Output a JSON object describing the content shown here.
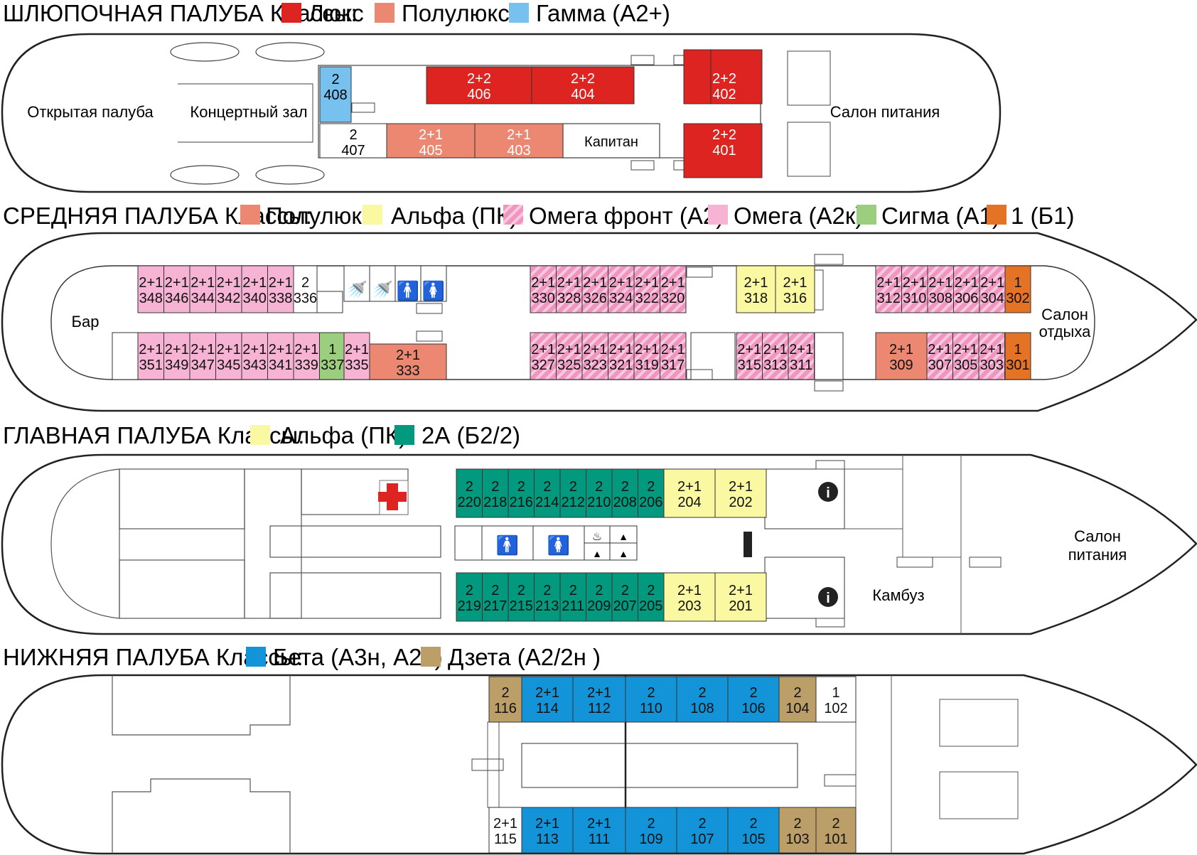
{
  "colors": {
    "lux": "#dd2421",
    "semilux": "#ec8872",
    "gamma": "#77c1ee",
    "alpha": "#fbf8a2",
    "omega_front": "#ef95c0",
    "omega": "#f6b3d3",
    "sigma": "#9bce7e",
    "one": "#e57325",
    "two_a": "#03997f",
    "beta": "#1394d9",
    "zeta": "#bc9e69",
    "white": "#ffffff",
    "stroke": "#222222"
  },
  "decks": [
    {
      "id": "boat",
      "title": "ШЛЮПОЧНАЯ ПАЛУБА Классы:",
      "legend": [
        {
          "label": "Люкс",
          "color": "lux"
        },
        {
          "label": "Полулюкс",
          "color": "semilux"
        },
        {
          "label": "Гамма (А2+)",
          "color": "gamma"
        }
      ],
      "rooms": [
        "Открытая палуба",
        "Концертный зал",
        "Капитан",
        "Салон питания"
      ],
      "cabins": [
        {
          "num": "408",
          "cap": "2",
          "cls": "gamma"
        },
        {
          "num": "406",
          "cap": "2+2",
          "cls": "lux"
        },
        {
          "num": "404",
          "cap": "2+2",
          "cls": "lux"
        },
        {
          "num": "402",
          "cap": "2+2",
          "cls": "lux"
        },
        {
          "num": "407",
          "cap": "2",
          "cls": "white"
        },
        {
          "num": "405",
          "cap": "2+1",
          "cls": "semilux"
        },
        {
          "num": "403",
          "cap": "2+1",
          "cls": "semilux"
        },
        {
          "num": "401",
          "cap": "2+2",
          "cls": "lux"
        }
      ]
    },
    {
      "id": "middle",
      "title": "СРЕДНЯЯ ПАЛУБА Классы:",
      "legend": [
        {
          "label": "Полулюкс",
          "color": "semilux"
        },
        {
          "label": "Альфа (ПК)",
          "color": "alpha"
        },
        {
          "label": "Омега фронт (А2)",
          "color": "omega_front"
        },
        {
          "label": "Омега (А2к)",
          "color": "omega"
        },
        {
          "label": "Сигма (А1)",
          "color": "sigma"
        },
        {
          "label": "1 (Б1)",
          "color": "one"
        }
      ],
      "rooms": [
        "Бар",
        "Салон",
        "отдыха"
      ],
      "cabins": [
        {
          "num": "348",
          "cap": "2+1",
          "cls": "omega"
        },
        {
          "num": "346",
          "cap": "2+1",
          "cls": "omega"
        },
        {
          "num": "344",
          "cap": "2+1",
          "cls": "omega"
        },
        {
          "num": "342",
          "cap": "2+1",
          "cls": "omega"
        },
        {
          "num": "340",
          "cap": "2+1",
          "cls": "omega"
        },
        {
          "num": "338",
          "cap": "2+1",
          "cls": "omega"
        },
        {
          "num": "336",
          "cap": "2",
          "cls": "white"
        },
        {
          "num": "330",
          "cap": "2+1",
          "cls": "omega_front"
        },
        {
          "num": "328",
          "cap": "2+1",
          "cls": "omega_front"
        },
        {
          "num": "326",
          "cap": "2+1",
          "cls": "omega_front"
        },
        {
          "num": "324",
          "cap": "2+1",
          "cls": "omega_front"
        },
        {
          "num": "322",
          "cap": "2+1",
          "cls": "omega_front"
        },
        {
          "num": "320",
          "cap": "2+1",
          "cls": "omega_front"
        },
        {
          "num": "318",
          "cap": "2+1",
          "cls": "alpha"
        },
        {
          "num": "316",
          "cap": "2+1",
          "cls": "alpha"
        },
        {
          "num": "312",
          "cap": "2+1",
          "cls": "omega_front"
        },
        {
          "num": "310",
          "cap": "2+1",
          "cls": "omega_front"
        },
        {
          "num": "308",
          "cap": "2+1",
          "cls": "omega_front"
        },
        {
          "num": "306",
          "cap": "2+1",
          "cls": "omega_front"
        },
        {
          "num": "304",
          "cap": "2+1",
          "cls": "omega_front"
        },
        {
          "num": "302",
          "cap": "1",
          "cls": "one"
        },
        {
          "num": "351",
          "cap": "2+1",
          "cls": "omega"
        },
        {
          "num": "349",
          "cap": "2+1",
          "cls": "omega"
        },
        {
          "num": "347",
          "cap": "2+1",
          "cls": "omega"
        },
        {
          "num": "345",
          "cap": "2+1",
          "cls": "omega"
        },
        {
          "num": "343",
          "cap": "2+1",
          "cls": "omega"
        },
        {
          "num": "341",
          "cap": "2+1",
          "cls": "omega"
        },
        {
          "num": "339",
          "cap": "2+1",
          "cls": "omega"
        },
        {
          "num": "337",
          "cap": "1",
          "cls": "sigma"
        },
        {
          "num": "335",
          "cap": "2+1",
          "cls": "omega"
        },
        {
          "num": "333",
          "cap": "2+1",
          "cls": "semilux"
        },
        {
          "num": "327",
          "cap": "2+1",
          "cls": "omega_front"
        },
        {
          "num": "325",
          "cap": "2+1",
          "cls": "omega_front"
        },
        {
          "num": "323",
          "cap": "2+1",
          "cls": "omega_front"
        },
        {
          "num": "321",
          "cap": "2+1",
          "cls": "omega_front"
        },
        {
          "num": "319",
          "cap": "2+1",
          "cls": "omega_front"
        },
        {
          "num": "317",
          "cap": "2+1",
          "cls": "omega_front"
        },
        {
          "num": "315",
          "cap": "2+1",
          "cls": "omega_front"
        },
        {
          "num": "313",
          "cap": "2+1",
          "cls": "omega_front"
        },
        {
          "num": "311",
          "cap": "2+1",
          "cls": "omega_front"
        },
        {
          "num": "309",
          "cap": "2+1",
          "cls": "semilux"
        },
        {
          "num": "307",
          "cap": "2+1",
          "cls": "omega_front"
        },
        {
          "num": "305",
          "cap": "2+1",
          "cls": "omega_front"
        },
        {
          "num": "303",
          "cap": "2+1",
          "cls": "omega_front"
        },
        {
          "num": "301",
          "cap": "1",
          "cls": "one"
        }
      ]
    },
    {
      "id": "main",
      "title": "ГЛАВНАЯ ПАЛУБА Классы:",
      "legend": [
        {
          "label": "Альфа (ПК)",
          "color": "alpha"
        },
        {
          "label": "2А (Б2/2)",
          "color": "two_a"
        }
      ],
      "rooms": [
        "Салон",
        "питания",
        "Камбуз"
      ],
      "cabins": [
        {
          "num": "220",
          "cap": "2",
          "cls": "two_a"
        },
        {
          "num": "218",
          "cap": "2",
          "cls": "two_a"
        },
        {
          "num": "216",
          "cap": "2",
          "cls": "two_a"
        },
        {
          "num": "214",
          "cap": "2",
          "cls": "two_a"
        },
        {
          "num": "212",
          "cap": "2",
          "cls": "two_a"
        },
        {
          "num": "210",
          "cap": "2",
          "cls": "two_a"
        },
        {
          "num": "208",
          "cap": "2",
          "cls": "two_a"
        },
        {
          "num": "206",
          "cap": "2",
          "cls": "two_a"
        },
        {
          "num": "204",
          "cap": "2+1",
          "cls": "alpha"
        },
        {
          "num": "202",
          "cap": "2+1",
          "cls": "alpha"
        },
        {
          "num": "219",
          "cap": "2",
          "cls": "two_a"
        },
        {
          "num": "217",
          "cap": "2",
          "cls": "two_a"
        },
        {
          "num": "215",
          "cap": "2",
          "cls": "two_a"
        },
        {
          "num": "213",
          "cap": "2",
          "cls": "two_a"
        },
        {
          "num": "211",
          "cap": "2",
          "cls": "two_a"
        },
        {
          "num": "209",
          "cap": "2",
          "cls": "two_a"
        },
        {
          "num": "207",
          "cap": "2",
          "cls": "two_a"
        },
        {
          "num": "205",
          "cap": "2",
          "cls": "two_a"
        },
        {
          "num": "203",
          "cap": "2+1",
          "cls": "alpha"
        },
        {
          "num": "201",
          "cap": "2+1",
          "cls": "alpha"
        }
      ]
    },
    {
      "id": "lower",
      "title": "НИЖНЯЯ ПАЛУБА Классы:",
      "legend": [
        {
          "label": "Бета (А3н, А2н)",
          "color": "beta"
        },
        {
          "label": "Дзета (А2/2н )",
          "color": "zeta"
        }
      ],
      "rooms": [],
      "cabins": [
        {
          "num": "116",
          "cap": "2",
          "cls": "zeta"
        },
        {
          "num": "114",
          "cap": "2+1",
          "cls": "beta"
        },
        {
          "num": "112",
          "cap": "2+1",
          "cls": "beta"
        },
        {
          "num": "110",
          "cap": "2",
          "cls": "beta"
        },
        {
          "num": "108",
          "cap": "2",
          "cls": "beta"
        },
        {
          "num": "106",
          "cap": "2",
          "cls": "beta"
        },
        {
          "num": "104",
          "cap": "2",
          "cls": "zeta"
        },
        {
          "num": "102",
          "cap": "1",
          "cls": "white"
        },
        {
          "num": "115",
          "cap": "2+1",
          "cls": "white"
        },
        {
          "num": "113",
          "cap": "2+1",
          "cls": "beta"
        },
        {
          "num": "111",
          "cap": "2+1",
          "cls": "beta"
        },
        {
          "num": "109",
          "cap": "2",
          "cls": "beta"
        },
        {
          "num": "107",
          "cap": "2",
          "cls": "beta"
        },
        {
          "num": "105",
          "cap": "2",
          "cls": "beta"
        },
        {
          "num": "103",
          "cap": "2",
          "cls": "zeta"
        },
        {
          "num": "101",
          "cap": "2",
          "cls": "zeta"
        }
      ]
    }
  ]
}
